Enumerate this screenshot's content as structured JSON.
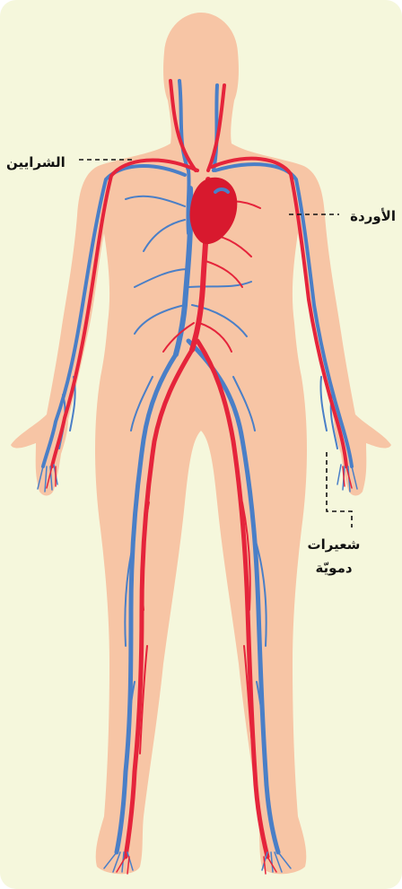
{
  "colors": {
    "background": "#f5f7dc",
    "body": "#f7c5a5",
    "artery": "#e5243b",
    "vein": "#4a7fc7",
    "heart": "#d8192e"
  },
  "labels": {
    "arteries": "الشرايين",
    "veins": "الأوردة",
    "capillaries": "شعيرات دمويّة"
  }
}
